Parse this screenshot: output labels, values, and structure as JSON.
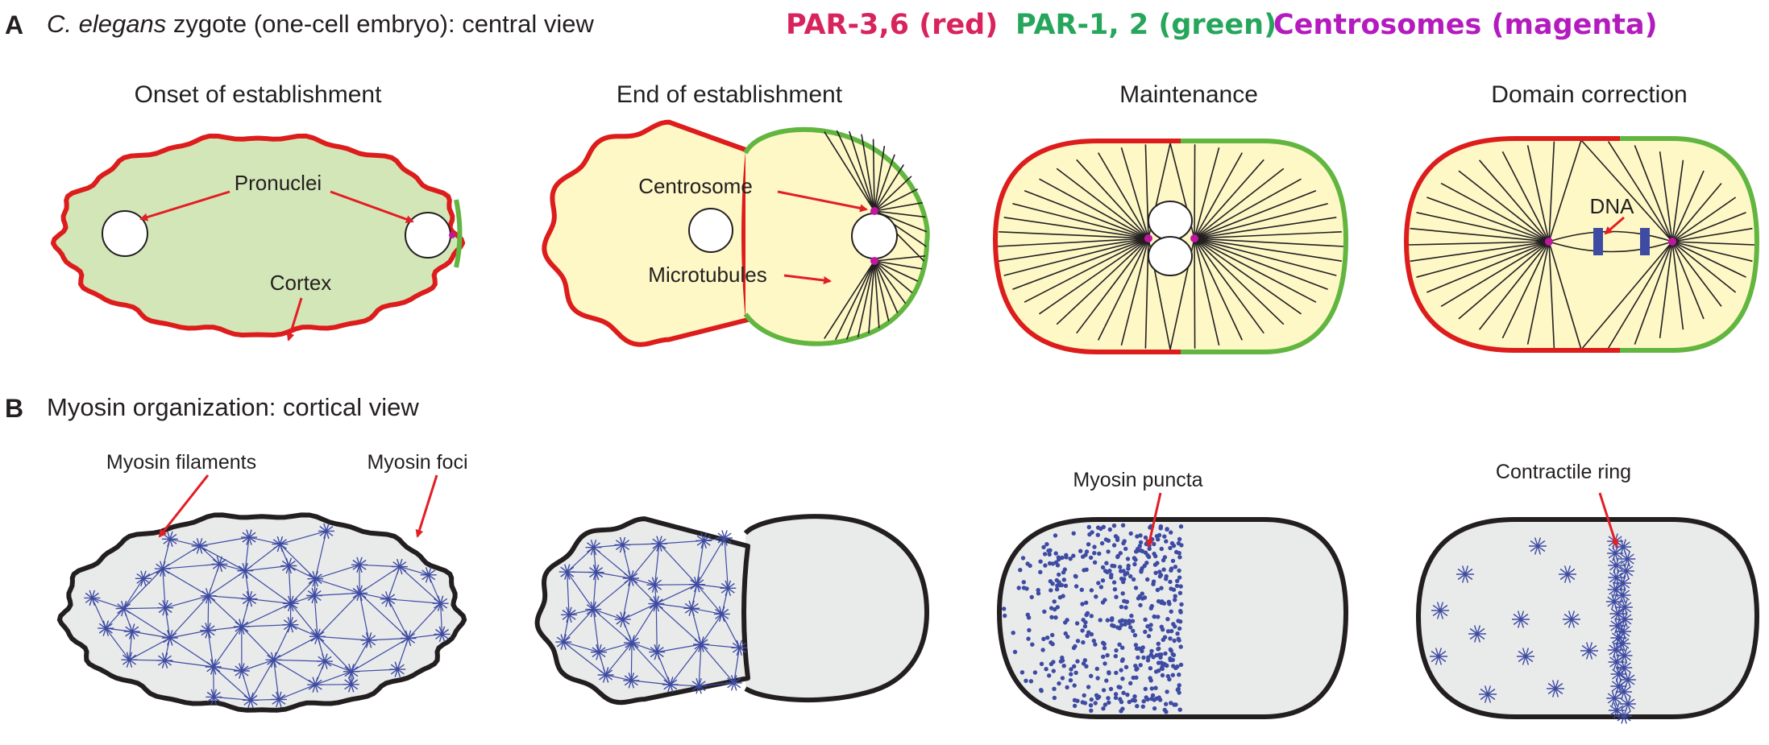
{
  "panel_a": {
    "letter": "A",
    "title_italic": "C. elegans",
    "title_rest": " zygote (one-cell embryo): central view"
  },
  "legend": {
    "par36": "PAR-3,6 (red)",
    "par12": "PAR-1, 2 (green)",
    "centrosomes": "Centrosomes (magenta)"
  },
  "stages": [
    "Onset of establishment",
    "End of establishment",
    "Maintenance",
    "Domain correction"
  ],
  "labels_a": {
    "pronuclei": "Pronuclei",
    "cortex": "Cortex",
    "centrosome": "Centrosome",
    "microtubules": "Microtubules",
    "dna": "DNA"
  },
  "panel_b": {
    "letter": "B",
    "title": "Myosin organization: cortical view"
  },
  "labels_b": {
    "filaments": "Myosin filaments",
    "foci": "Myosin foci",
    "puncta": "Myosin puncta",
    "ring": "Contractile ring"
  },
  "colors": {
    "par36": "#dd1c1c",
    "par12": "#62b640",
    "centrosome": "#c0179e",
    "arrow": "#e21e26",
    "myosin": "#3d4ba3",
    "cytoplasm_yellow": "#fdf8c6",
    "cytoplasm_green": "#d3e6b7",
    "cortex_gray": "#e9eaea",
    "dna": "#3d4ba3",
    "legend_red": "#d8245c",
    "legend_green": "#26a65b",
    "legend_magenta": "#b41bbf"
  }
}
